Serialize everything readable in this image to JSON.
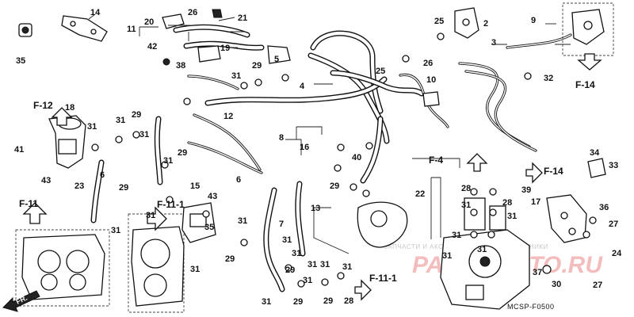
{
  "diagram": {
    "code": "MCSP-F0500",
    "front_label": "FR.",
    "watermark": {
      "text": "ЗАПЧАСТИ И АКСЕССУАРЫ ДЛЯ МОТОТЕХНИКИ",
      "brand": "PARTSMOTO.RU"
    },
    "refs": [
      "F-12",
      "F-4",
      "F-14",
      "F-14",
      "F-11",
      "F-11-1",
      "F-11-1"
    ],
    "callouts": [
      "14",
      "35",
      "11",
      "20",
      "26",
      "21",
      "42",
      "19",
      "38",
      "29",
      "31",
      "5",
      "3",
      "4",
      "25",
      "2",
      "9",
      "25",
      "26",
      "10",
      "32",
      "18",
      "31",
      "31",
      "29",
      "12",
      "8",
      "16",
      "41",
      "6",
      "31",
      "29",
      "31",
      "6",
      "40",
      "29",
      "43",
      "23",
      "29",
      "31",
      "15",
      "43",
      "35",
      "22",
      "28",
      "28",
      "31",
      "34",
      "33",
      "39",
      "17",
      "36",
      "27",
      "24",
      "37",
      "30",
      "27",
      "13",
      "7",
      "31",
      "29",
      "31",
      "31",
      "29",
      "31",
      "31",
      "31",
      "29",
      "31",
      "28",
      "31",
      "31",
      "31",
      "31",
      "31",
      "29",
      "31",
      "31"
    ]
  }
}
